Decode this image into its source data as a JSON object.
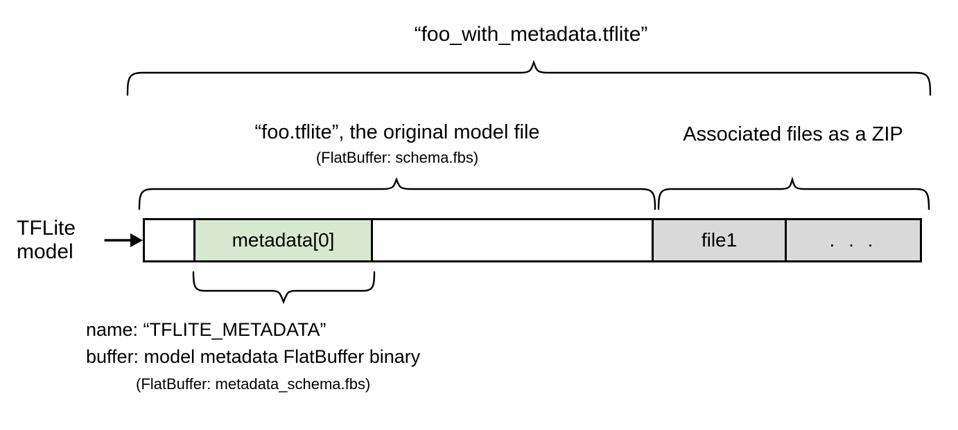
{
  "diagram": {
    "title": "“foo_with_metadata.tflite”",
    "model_label_line1": "TFLite",
    "model_label_line2": "model",
    "sections": [
      {
        "id": "original-model",
        "caption": "“foo.tflite”, the original model file",
        "subcaption": "(FlatBuffer: schema.fbs)"
      },
      {
        "id": "associated-files",
        "caption": "Associated files as a ZIP",
        "subcaption": ""
      }
    ],
    "bar_segments": [
      {
        "id": "leading-empty",
        "label": "",
        "fill": "#ffffff"
      },
      {
        "id": "metadata",
        "label": "metadata[0]",
        "fill": "#d7e8d0"
      },
      {
        "id": "model-body",
        "label": "",
        "fill": "#ffffff"
      },
      {
        "id": "file1",
        "label": "file1",
        "fill": "#d9d9d9"
      },
      {
        "id": "more-files",
        "label": ". . .",
        "fill": "#d9d9d9"
      }
    ],
    "metadata_notes": {
      "name_line": "name: “TFLITE_METADATA”",
      "buffer_line": "buffer: model metadata FlatBuffer binary",
      "schema_line": "(FlatBuffer: metadata_schema.fbs)"
    },
    "colors": {
      "metadata_fill": "#d7e8d0",
      "zip_fill": "#d9d9d9",
      "stroke": "#000000",
      "background": "#ffffff"
    }
  }
}
